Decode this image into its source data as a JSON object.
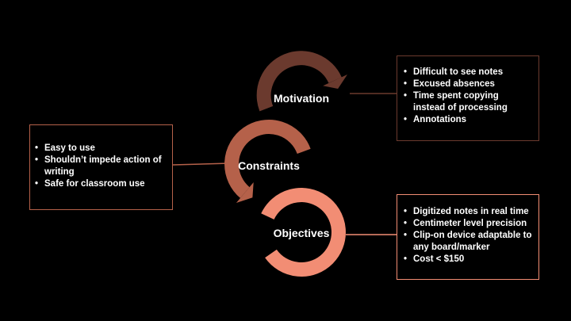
{
  "colors": {
    "background": "#000000",
    "motivation": "#6b3a2e",
    "constraints": "#b5614a",
    "objectives": "#f28d74",
    "text": "#ffffff"
  },
  "stages": [
    {
      "label": "Motivation",
      "items": [
        "Difficult to see notes",
        "Excused absences",
        "Time spent copying instead of processing",
        "Annotations"
      ]
    },
    {
      "label": "Constraints",
      "items": [
        "Easy to use",
        "Shouldn’t impede action of writing",
        "Safe for classroom use"
      ]
    },
    {
      "label": "Objectives",
      "items": [
        "Digitized notes in real time",
        "Centimeter level precision",
        "Clip-on device adaptable to any board/marker",
        "Cost < $150"
      ]
    }
  ]
}
